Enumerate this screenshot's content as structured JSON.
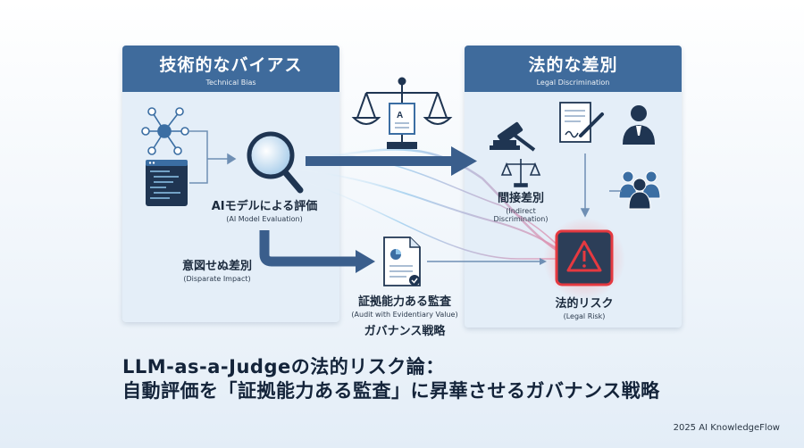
{
  "left_panel": {
    "title": "技術的なバイアス",
    "subtitle": "Technical Bias"
  },
  "right_panel": {
    "title": "法的な差別",
    "subtitle": "Legal Discrimination"
  },
  "nodes": {
    "ai_model_eval": {
      "jp": "AIモデルによる評価",
      "en": "(AI Model Evaluation)"
    },
    "disparate_impact": {
      "jp": "意図せぬ差別",
      "en": "(Disparate Impact)"
    },
    "audit": {
      "jp": "証拠能力ある監査",
      "en": "(Audit with Evidentiary Value)",
      "extra": "ガバナンス戦略"
    },
    "indirect": {
      "jp": "間接差別",
      "en1": "(Indirect",
      "en2": "Discrimination)"
    },
    "legal_risk": {
      "jp": "法的リスク",
      "en": "(Legal Risk)"
    }
  },
  "title": {
    "line1": "LLM-as-a-Judgeの法的リスク論：",
    "line2": "自動評価を「証拠能力ある監査」に昇華させるガバナンス戦略"
  },
  "credit": "2025 AI KnowledgeFlow",
  "colors": {
    "panel_head": "#3f6b9c",
    "arrow": "#3a5e8c",
    "risk": "#e53940",
    "risk_bg": "#2c3e58"
  }
}
